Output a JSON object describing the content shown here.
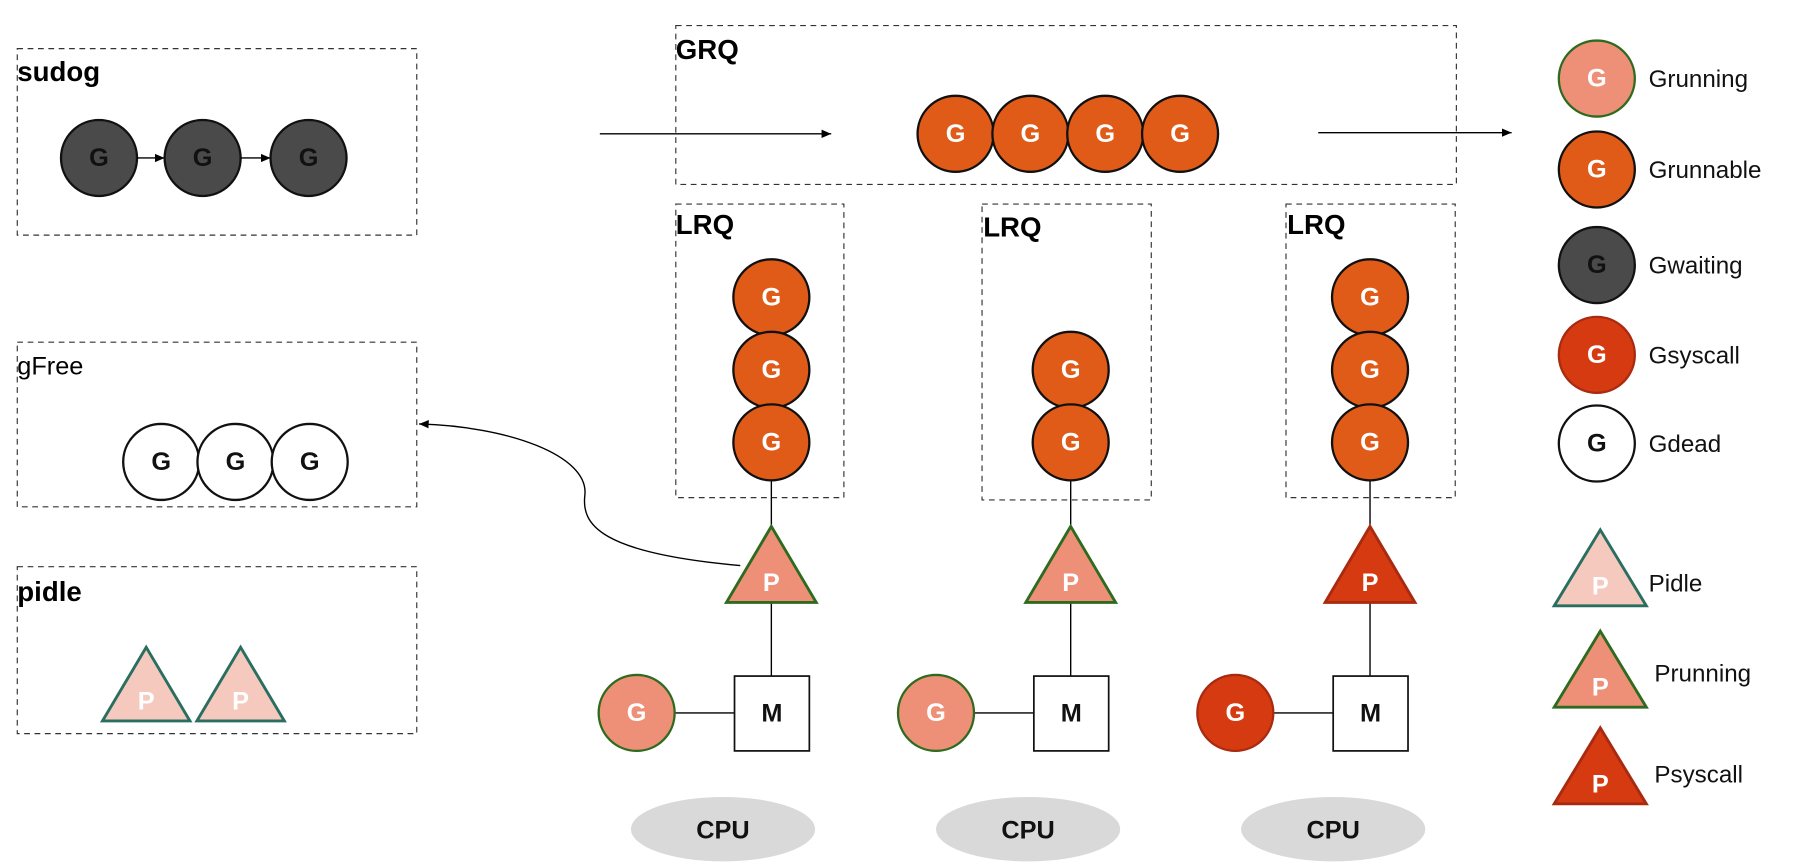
{
  "boxes": {
    "sudog": "sudog",
    "grq": "GRQ",
    "lrq": [
      "LRQ",
      "LRQ",
      "LRQ"
    ],
    "gfree": "gFree",
    "pidle": "pidle"
  },
  "glyphs": {
    "g": "G",
    "p": "P",
    "m": "M",
    "cpu": "CPU"
  },
  "colors": {
    "grunning": "#ee9078",
    "grunnable": "#e05a18",
    "gwaiting": "#4a4a4a",
    "gsyscall": "#d63a10",
    "gdead": "#ffffff",
    "pidle": "#f5c9be",
    "prunning": "#ee9078",
    "psyscall": "#d63a10",
    "cpu": "#d9d9d9"
  },
  "legend": {
    "g_states": [
      {
        "label": "Grunning",
        "state": "grunning"
      },
      {
        "label": "Grunnable",
        "state": "grunnable"
      },
      {
        "label": "Gwaiting",
        "state": "gwaiting"
      },
      {
        "label": "Gsyscall",
        "state": "gsyscall"
      },
      {
        "label": "Gdead",
        "state": "gdead"
      }
    ],
    "p_states": [
      {
        "label": "Pidle",
        "state": "pidle"
      },
      {
        "label": "Prunning",
        "state": "prunning"
      },
      {
        "label": "Psyscall",
        "state": "psyscall"
      }
    ]
  },
  "processors": [
    {
      "lrq_count": 3,
      "p_state": "prunning",
      "m_g_state": "grunning"
    },
    {
      "lrq_count": 2,
      "p_state": "prunning",
      "m_g_state": "grunning"
    },
    {
      "lrq_count": 3,
      "p_state": "psyscall",
      "m_g_state": "gsyscall"
    }
  ],
  "grq_count": 4,
  "sudog_count": 3,
  "gfree_count": 3,
  "pidle_count": 2
}
